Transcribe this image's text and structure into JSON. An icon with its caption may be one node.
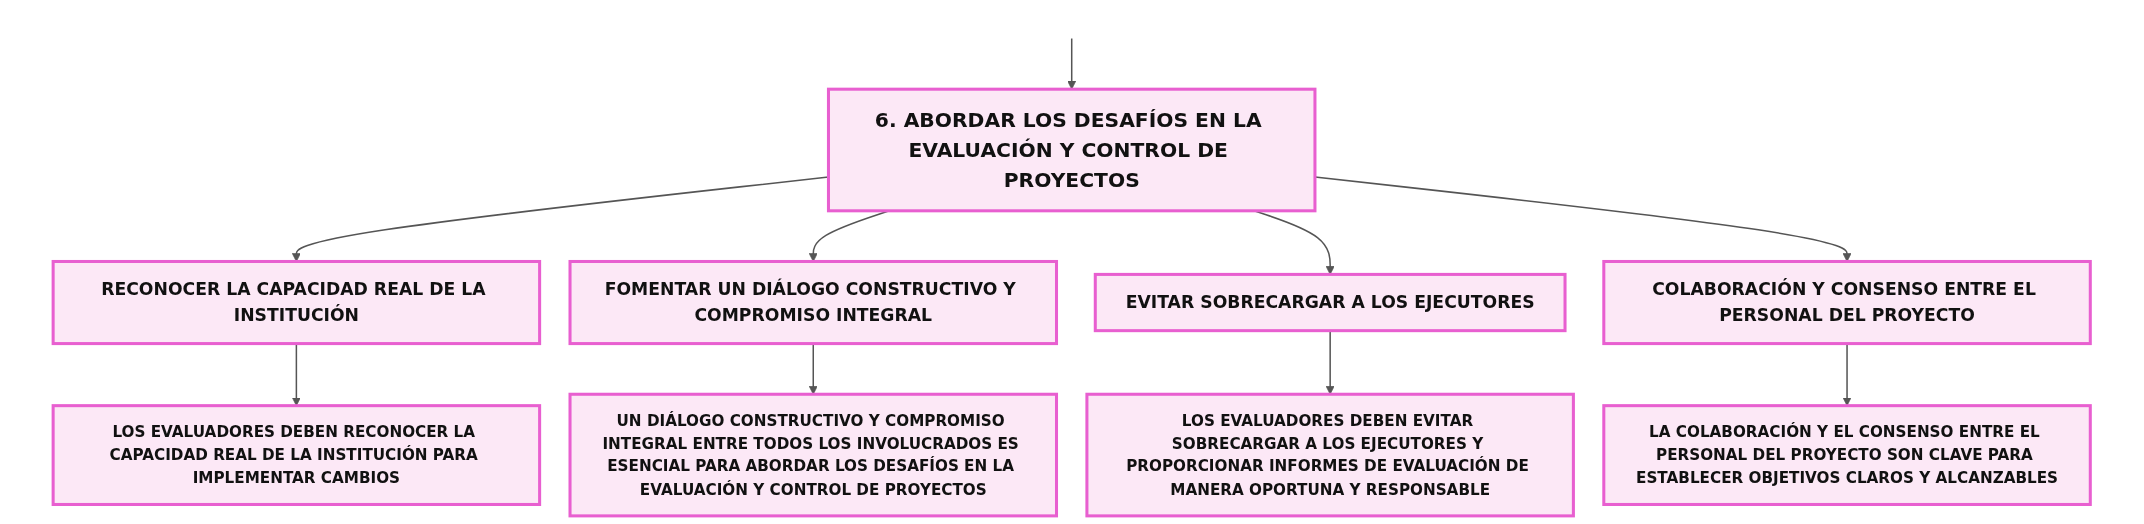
{
  "diagram": {
    "nodes": [
      {
        "text": [
          "6. ABORDAR LOS DESAFÍOS EN LA EVALUACIÓN Y CONTROL DE PROYECTOS"
        ]
      },
      {
        "text": [
          "RECONOCER LA CAPACIDAD REAL DE LA INSTITUCIÓN"
        ]
      },
      {
        "text": [
          "FOMENTAR UN DIÁLOGO CONSTRUCTIVO Y COMPROMISO INTEGRAL"
        ]
      },
      {
        "text": [
          "EVITAR SOBRECARGAR A LOS EJECUTORES"
        ]
      },
      {
        "text": [
          "COLABORACIÓN Y CONSENSO ENTRE EL PERSONAL DEL PROYECTO"
        ]
      },
      {
        "text": [
          "LOS EVALUADORES DEBEN RECONOCER LA CAPACIDAD REAL DE LA INSTITUCIÓN PARA IMPLEMENTAR CAMBIOS"
        ]
      },
      {
        "text": [
          "UN DIÁLOGO CONSTRUCTIVO Y COMPROMISO INTEGRAL ENTRE TODOS LOS INVOLUCRADOS ES ESENCIAL PARA ABORDAR LOS DESAFÍOS EN LA EVALUACIÓN Y CONTROL DE PROYECTOS"
        ]
      },
      {
        "text": [
          "LOS EVALUADORES DEBEN EVITAR SOBRECARGAR A LOS EJECUTORES Y PROPORCIONAR INFORMES DE EVALUACIÓN DE MANERA OPORTUNA Y RESPONSABLE"
        ]
      },
      {
        "text": [
          "LA COLABORACIÓN Y EL CONSENSO ENTRE EL PERSONAL DEL PROYECTO SON CLAVE PARA ESTABLECER OBJETIVOS CLAROS Y ALCANZABLES"
        ]
      }
    ],
    "edges": [
      {
        "from": null,
        "to": 0,
        "arrow": "to"
      },
      {
        "from": 0,
        "to": 1,
        "arrow": "to"
      },
      {
        "from": 0,
        "to": 2,
        "arrow": "to"
      },
      {
        "from": 0,
        "to": 3,
        "arrow": "to"
      },
      {
        "from": 0,
        "to": 4,
        "arrow": "to"
      },
      {
        "from": 1,
        "to": 5,
        "arrow": "to"
      },
      {
        "from": 2,
        "to": 6,
        "arrow": "to"
      },
      {
        "from": 3,
        "to": 7,
        "arrow": "to"
      },
      {
        "from": 4,
        "to": 8,
        "arrow": "to"
      }
    ]
  }
}
